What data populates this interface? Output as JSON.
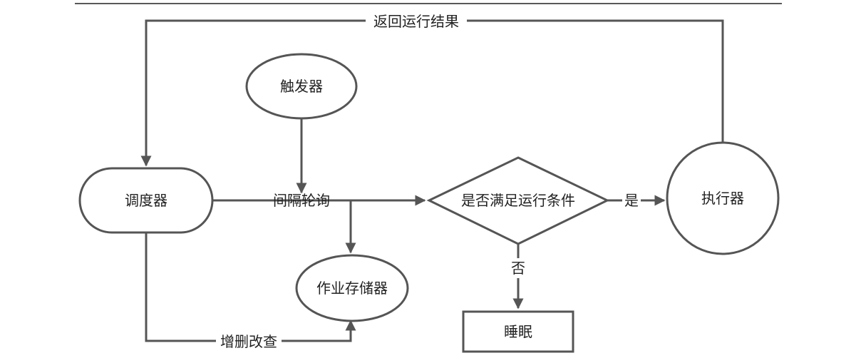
{
  "nodes": {
    "scheduler": "调度器",
    "trigger": "触发器",
    "job_store": "作业存储器",
    "condition": "是否满足运行条件",
    "executor": "执行器",
    "sleep": "睡眠"
  },
  "edges": {
    "return_result": "返回运行结果",
    "interval_poll": "间隔轮询",
    "yes": "是",
    "no": "否",
    "crud": "增删改查"
  },
  "colors": {
    "line": "#555555",
    "text": "#222222",
    "background": "#ffffff"
  }
}
